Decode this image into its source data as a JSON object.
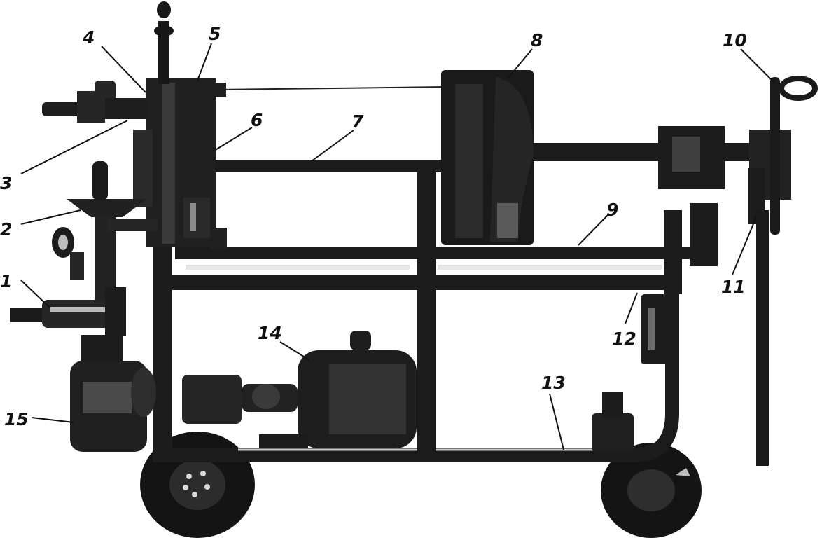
{
  "colors": {
    "ink": "#111111",
    "metal_dark": "#1c1c1c",
    "metal_mid": "#3a3a3a",
    "highlight": "#bdbdbd",
    "background": "#ffffff"
  },
  "callouts": [
    {
      "id": "c1",
      "label": "1"
    },
    {
      "id": "c2",
      "label": "2"
    },
    {
      "id": "c3",
      "label": "3"
    },
    {
      "id": "c4",
      "label": "4"
    },
    {
      "id": "c5",
      "label": "5"
    },
    {
      "id": "c6",
      "label": "6"
    },
    {
      "id": "c7",
      "label": "7"
    },
    {
      "id": "c8",
      "label": "8"
    },
    {
      "id": "c9",
      "label": "9"
    },
    {
      "id": "c10",
      "label": "10"
    },
    {
      "id": "c11",
      "label": "11"
    },
    {
      "id": "c12",
      "label": "12"
    },
    {
      "id": "c13",
      "label": "13"
    },
    {
      "id": "c14",
      "label": "14"
    },
    {
      "id": "c15",
      "label": "15"
    }
  ]
}
